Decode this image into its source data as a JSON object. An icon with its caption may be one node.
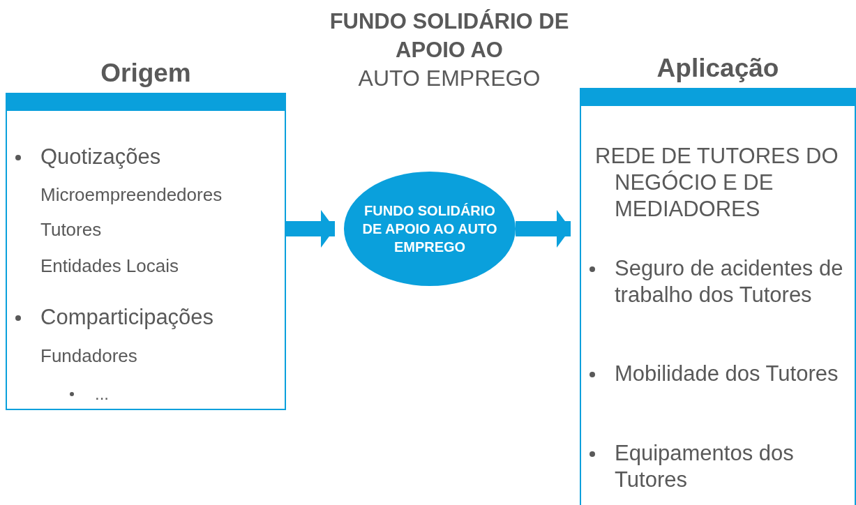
{
  "diagram": {
    "title": "**FUNDO SOLIDÁRIO DE APOIO AO** AUTO EMPREGO",
    "nodes": [
      {
        "text": [
          "Origem",
          "Quotizações",
          "Microempreendedores",
          "Tutores",
          "Entidades Locais",
          "Comparticipações",
          "Fundadores",
          "..."
        ]
      },
      {
        "text": [
          "FUNDO SOLIDÁRIO DE APOIO AO AUTO EMPREGO"
        ]
      },
      {
        "text": [
          "Aplicação",
          "REDE DE TUTORES DO NEGÓCIO E DE MEDIADORES",
          "Seguro de acidentes de trabalho dos Tutores",
          "Mobilidade dos Tutores",
          "Equipamentos dos Tutores"
        ]
      }
    ],
    "edges": [
      {
        "from": 0,
        "to": 1,
        "arrow": "to"
      },
      {
        "from": 1,
        "to": 2,
        "arrow": "to"
      }
    ]
  }
}
